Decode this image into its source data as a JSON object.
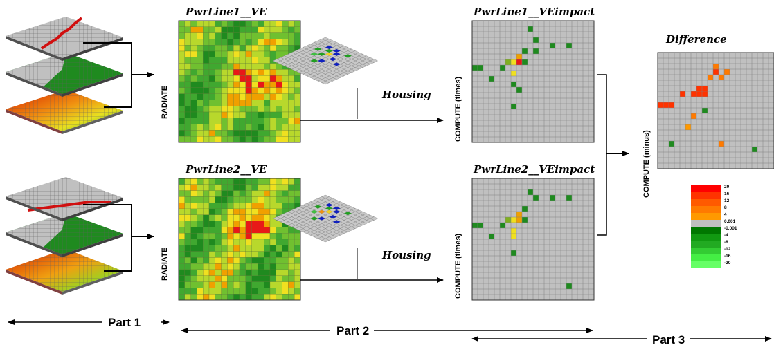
{
  "titles": {
    "ve1": "PwrLine1__VE",
    "ve2": "PwrLine2__VE",
    "impact1": "PwrLine1__VEimpact",
    "impact2": "PwrLine2__VEimpact",
    "difference": "Difference"
  },
  "operations": {
    "radiate1": "RADIATE",
    "radiate2": "RADIATE",
    "compute_times1": "COMPUTE (times)",
    "compute_times2": "COMPUTE (times)",
    "compute_minus": "COMPUTE (minus)"
  },
  "housing": {
    "label1": "Housing",
    "label2": "Housing"
  },
  "parts": {
    "part1": "Part 1",
    "part2": "Part 2",
    "part3": "Part 3"
  },
  "legend": {
    "entries": [
      {
        "label": "20",
        "color": "#ff0000"
      },
      {
        "label": "16",
        "color": "#ff3300"
      },
      {
        "label": "12",
        "color": "#ff5a00"
      },
      {
        "label": "8",
        "color": "#ff7a00"
      },
      {
        "label": "4",
        "color": "#ff9900"
      },
      {
        "label": "0.001",
        "color": "#c0c0c0"
      },
      {
        "label": "-0.001",
        "color": "#007700"
      },
      {
        "label": "-4",
        "color": "#119911"
      },
      {
        "label": "-8",
        "color": "#22aa22"
      },
      {
        "label": "-12",
        "color": "#33cc33"
      },
      {
        "label": "-16",
        "color": "#44ee44"
      },
      {
        "label": "-20",
        "color": "#66ff66"
      }
    ]
  },
  "colors": {
    "grid_gray": "#c0c0c0",
    "gridline": "#808080",
    "terrain_green": "#1f8a1f",
    "terrain_red": "#e02000",
    "path_red": "#d01010"
  }
}
